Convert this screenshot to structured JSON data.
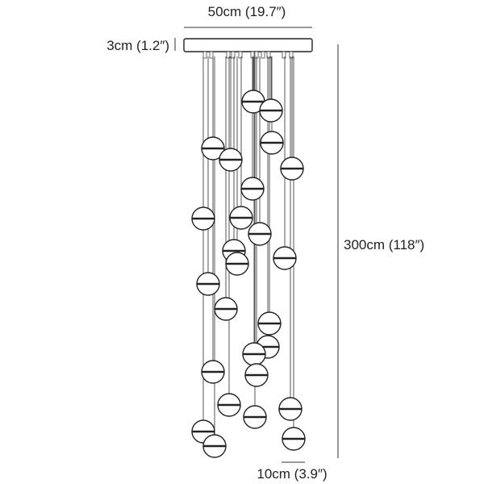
{
  "dimensions": {
    "width_label": "50cm (19.7″)",
    "canopy_height_label": "3cm (1.2″)",
    "total_height_label": "300cm (118″)",
    "ball_diameter_label": "10cm (3.9″)"
  },
  "pendant_count": 26
}
